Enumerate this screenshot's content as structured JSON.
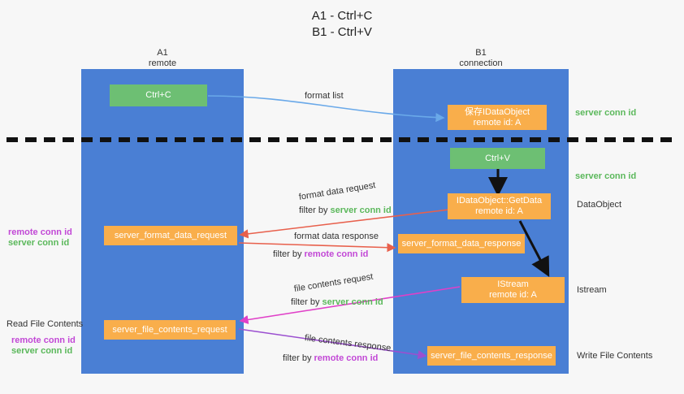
{
  "title": {
    "line1": "A1 - Ctrl+C",
    "line2": "B1 - Ctrl+V"
  },
  "lanes": [
    {
      "id": "a1",
      "name": "A1",
      "sub": "remote"
    },
    {
      "id": "b1",
      "name": "B1",
      "sub": "connection"
    }
  ],
  "colors": {
    "lane": "#4a7fd4",
    "box_orange": "#f9ae4b",
    "box_green": "#6dbf73",
    "server_conn": "#5bb85b",
    "remote_conn": "#c248d6",
    "arrow_blue": "#6aa9e9",
    "arrow_red": "#e8604c",
    "arrow_magenta": "#e040c8",
    "arrow_purple": "#9b4fd0",
    "arrow_black": "#111111",
    "background": "#f7f7f7"
  },
  "boxes": {
    "ctrl_c": {
      "label": "Ctrl+C"
    },
    "ctrl_v": {
      "label": "Ctrl+V"
    },
    "save_idataobject": {
      "line1": "保存IDataObject",
      "line2": "remote id: A"
    },
    "getdata": {
      "line1": "IDataObject::GetData",
      "line2": "remote id: A"
    },
    "istream": {
      "line1": "IStream",
      "line2": "remote id: A"
    },
    "server_format_data_request": {
      "label": "server_format_data_request"
    },
    "server_format_data_response": {
      "label": "server_format_data_response"
    },
    "server_file_contents_request": {
      "label": "server_file_contents_request"
    },
    "server_file_contents_response": {
      "label": "server_file_contents_response"
    }
  },
  "arrow_labels": {
    "format_list": "format list",
    "format_data_request": "format data request",
    "format_data_request_filter_prefix": "filter by ",
    "format_data_request_filter_key": "server conn id",
    "format_data_response": "format data response",
    "format_data_response_filter_prefix": "filter by ",
    "format_data_response_filter_key": "remote conn id",
    "file_contents_request": "file contents request",
    "file_contents_request_filter_prefix": "filter by ",
    "file_contents_request_filter_key": "server conn id",
    "file_contents_response": "file contents response",
    "file_contents_response_filter_prefix": "filter by ",
    "file_contents_response_filter_key": "remote conn id"
  },
  "side_labels": {
    "right_server_conn_top": "server conn id",
    "right_server_conn_mid": "server conn id",
    "right_dataobject": "DataObject",
    "right_istream": "Istream",
    "right_write_file_contents": "Write File Contents",
    "left_remote_conn_1": "remote conn id",
    "left_server_conn_1": "server conn id",
    "left_read_file_contents": "Read File Contents",
    "left_remote_conn_2": "remote conn id",
    "left_server_conn_2": "server conn id"
  }
}
